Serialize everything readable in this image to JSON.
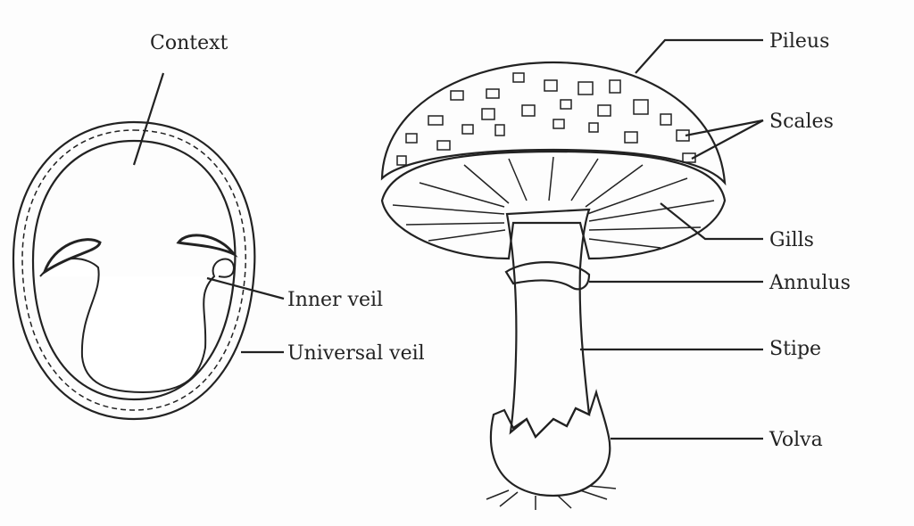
{
  "labels": {
    "context": "Context",
    "inner_veil": "Inner veil",
    "universal_veil": "Universal veil",
    "pileus": "Pileus",
    "scales": "Scales",
    "gills": "Gills",
    "annulus": "Annulus",
    "stipe": "Stipe",
    "volva": "Volva"
  }
}
